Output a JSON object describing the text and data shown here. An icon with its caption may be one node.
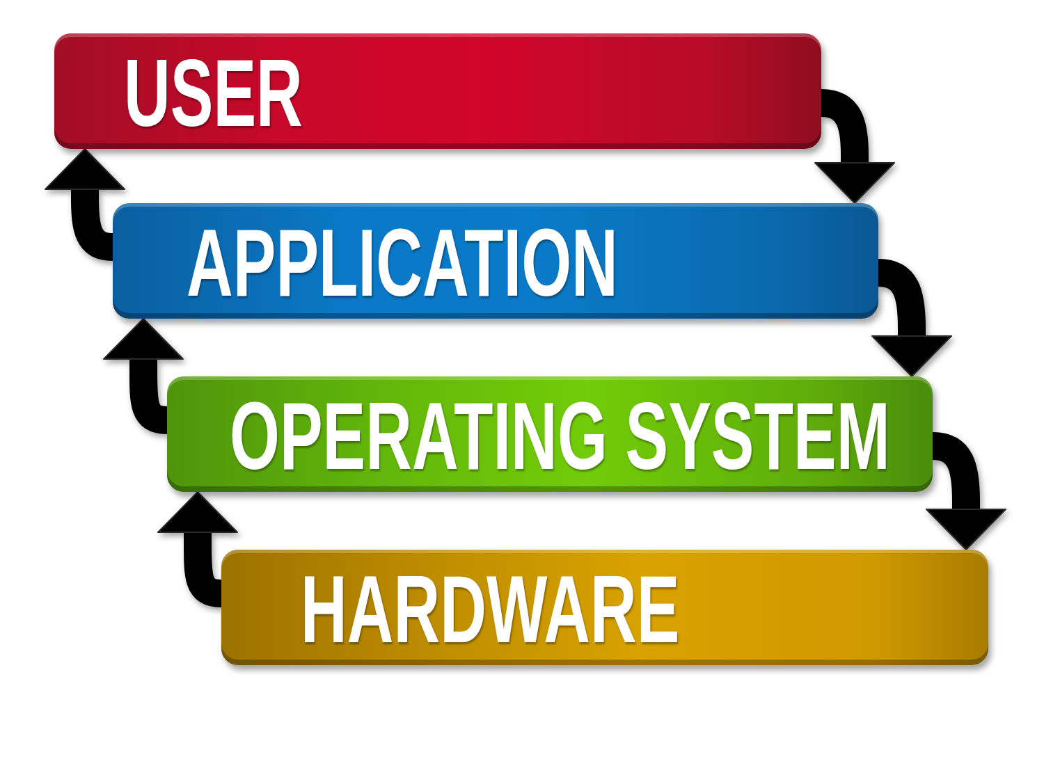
{
  "diagram": {
    "nodes": [
      {
        "text": [
          "USER"
        ]
      },
      {
        "text": [
          "APPLICATION"
        ]
      },
      {
        "text": [
          "OPERATING SYSTEM"
        ]
      },
      {
        "text": [
          "HARDWARE"
        ]
      }
    ],
    "edges": [
      {
        "from": 0,
        "to": 1,
        "arrow": "to"
      },
      {
        "from": 1,
        "to": 2,
        "arrow": "to"
      },
      {
        "from": 2,
        "to": 3,
        "arrow": "to"
      },
      {
        "from": 1,
        "to": 0,
        "arrow": "to"
      },
      {
        "from": 2,
        "to": 1,
        "arrow": "to"
      },
      {
        "from": 3,
        "to": 2,
        "arrow": "to"
      }
    ]
  }
}
